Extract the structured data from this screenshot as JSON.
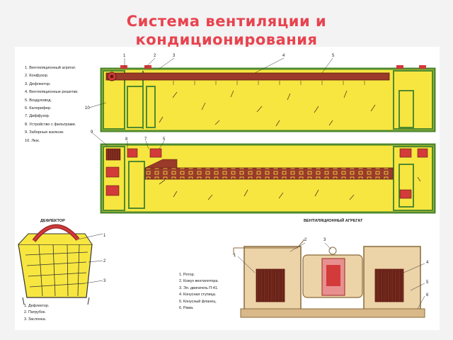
{
  "title": {
    "line1": "Система вентиляции и",
    "line2": "кондиционирования"
  },
  "legend_main": [
    "1. Вентиляционный агрегат.",
    "2. Конфузор.",
    "3. Дефлектор.",
    "4. Вентиляционные решетки.",
    "5. Воздуховод.",
    "6. Калорифер.",
    "7. Диффузор.",
    "8. Устройство с фильтрами.",
    "9. Заборные жалюзи.",
    "10. Люк."
  ],
  "callouts_top": [
    "1",
    "2",
    "3",
    "4",
    "5",
    "10",
    "9",
    "8",
    "7",
    "5"
  ],
  "deflector": {
    "caption": "ДЕФЛЕКТОР",
    "callouts": [
      "1",
      "2",
      "3"
    ],
    "legend": [
      "1. Дефлектор.",
      "2. Патрубок.",
      "3. Заслонка."
    ]
  },
  "fan_unit": {
    "caption": "ВЕНТИЛЯЦИОННЫЙ АГРЕГАТ",
    "callouts": [
      "2",
      "3",
      "1",
      "4",
      "5",
      "6"
    ],
    "legend": [
      "1. Ротор.",
      "2. Кожух вентилятора.",
      "3. Эл. двигатель П-41.",
      "4. Конусная ступица.",
      "5. Конусный фланец.",
      "6. Рама."
    ]
  },
  "colors": {
    "title": "#e8434f",
    "car_body": "#f7e640",
    "frame": "#4f8a2f",
    "duct": "#9a3a2a",
    "component": "#d33a3a",
    "machine": "#ecd3a8"
  }
}
